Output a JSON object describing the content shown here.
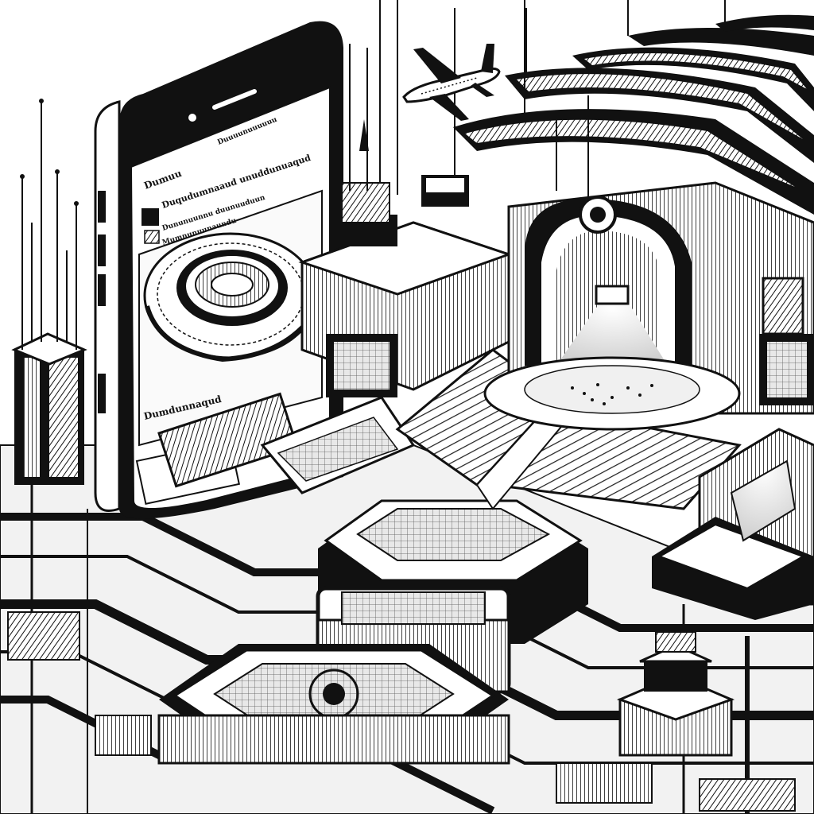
{
  "illustration": {
    "style": "black-and-white isometric line art",
    "subjects": [
      "smartphone",
      "stadium-map",
      "airplane",
      "opera-house-roof",
      "circuit-board-city",
      "arena-bleachers"
    ]
  },
  "phone": {
    "header_text": "Dumuu",
    "title_text": "Duqudumnaaud unuddunuaqud",
    "row_texts": [
      "Dununuunnu duunuuduun",
      "Mumnunuunaundu"
    ],
    "footer_text": "Dumdunnaqud",
    "side_text": "Duuuunuuuuuu"
  },
  "palette": {
    "ink": "#111111",
    "paper": "#ffffff",
    "grey_light": "#d9d9d9",
    "grey_mid": "#8c8c8c",
    "grey_dark": "#3a3a3a"
  }
}
